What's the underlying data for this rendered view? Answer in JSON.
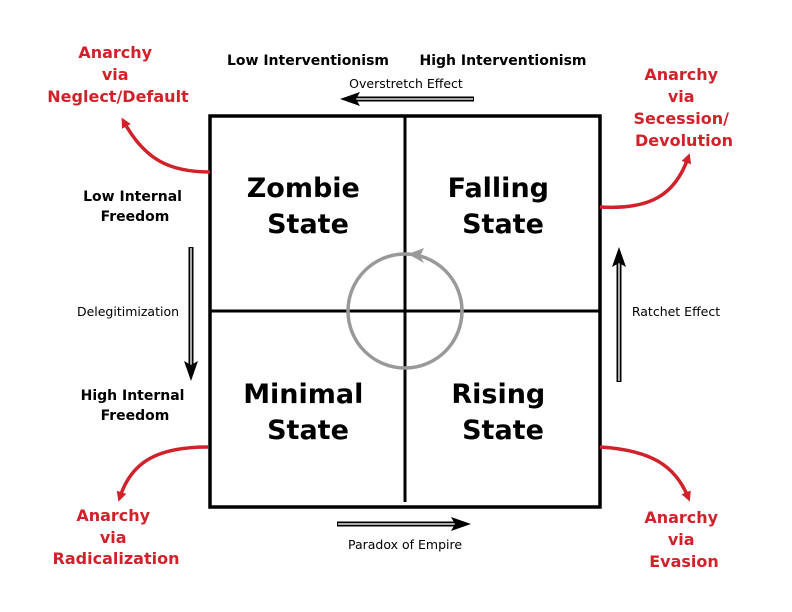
{
  "header": {
    "low": "Low Interventionism",
    "high": "High Interventionism"
  },
  "arrows": {
    "top": "Overstretch Effect",
    "bottom": "Paradox of Empire",
    "left": "Delegitimization",
    "right": "Ratchet Effect"
  },
  "side_labels": {
    "low_freedom": [
      "Low Internal",
      "Freedom"
    ],
    "high_freedom": [
      "High Internal",
      "Freedom"
    ]
  },
  "quadrants": {
    "top_left": [
      "Zombie",
      "State"
    ],
    "top_right": [
      "Falling",
      "State"
    ],
    "bottom_left": [
      "Minimal",
      "State"
    ],
    "bottom_right": [
      "Rising",
      "State"
    ]
  },
  "anarchy": {
    "top_left": [
      "Anarchy",
      "via",
      "Neglect/Default"
    ],
    "top_right": [
      "Anarchy",
      "via",
      "Secession/",
      "Devolution"
    ],
    "bottom_left": [
      "Anarchy",
      "via",
      "Radicalization"
    ],
    "bottom_right": [
      "Anarchy",
      "via",
      "Evasion"
    ]
  },
  "colors": {
    "anarchy": "#d0222a",
    "cycle": "#999999"
  }
}
